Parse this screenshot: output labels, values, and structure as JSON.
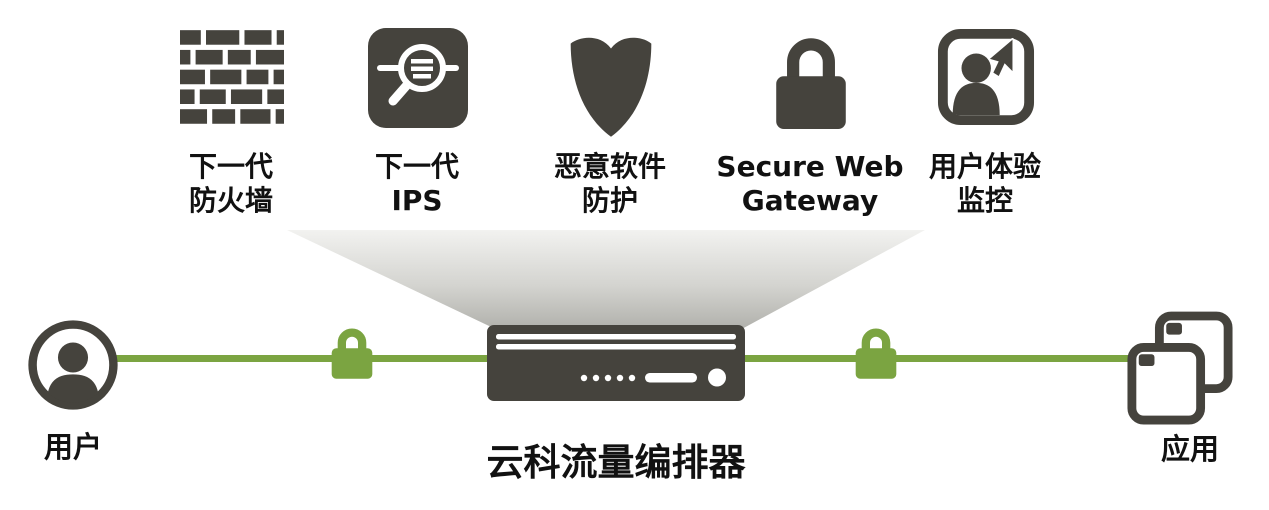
{
  "colors": {
    "dark": "#45433d",
    "green": "#7ba441",
    "text": "#111111",
    "funnel-top": "#f2f2f0",
    "funnel-bottom": "#b0b0ab"
  },
  "services": [
    {
      "icon": "firewall-brick-wall-icon",
      "label_line1": "下一代",
      "label_line2": "防火墙"
    },
    {
      "icon": "ips-magnifier-icon",
      "label_line1": "下一代",
      "label_line2": "IPS"
    },
    {
      "icon": "malware-shield-icon",
      "label_line1": "恶意软件",
      "label_line2": "防护"
    },
    {
      "icon": "secure-web-gateway-lock-icon",
      "label_line1": "Secure Web",
      "label_line2": "Gateway"
    },
    {
      "icon": "user-experience-monitor-icon",
      "label_line1": "用户体验",
      "label_line2": "监控"
    }
  ],
  "endpoints": {
    "user_label": "用户",
    "app_label": "应用"
  },
  "orchestrator": {
    "label": "云科流量编排器"
  }
}
